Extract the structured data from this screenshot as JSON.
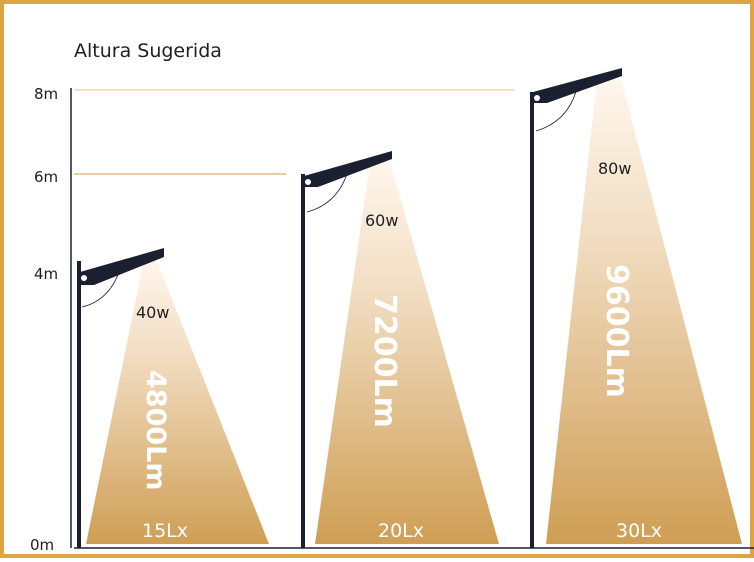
{
  "title": "Altura Sugerida",
  "axis_labels": {
    "h8": "8m",
    "h6": "6m",
    "h4": "4m",
    "h0": "0m"
  },
  "lamps": [
    {
      "power": "40w",
      "lumens": "4800Lm",
      "lux": "15Lx",
      "height_m": 4
    },
    {
      "power": "60w",
      "lumens": "7200Lm",
      "lux": "20Lx",
      "height_m": 6
    },
    {
      "power": "80w",
      "lumens": "9600Lm",
      "lux": "30Lx",
      "height_m": 8
    }
  ],
  "colors": {
    "frame": "#dfa543",
    "beam_top": "#fff6ec",
    "beam_bottom": "#cf9e54",
    "pole": "#1a2030",
    "guide_line": "#e8bf8a"
  }
}
